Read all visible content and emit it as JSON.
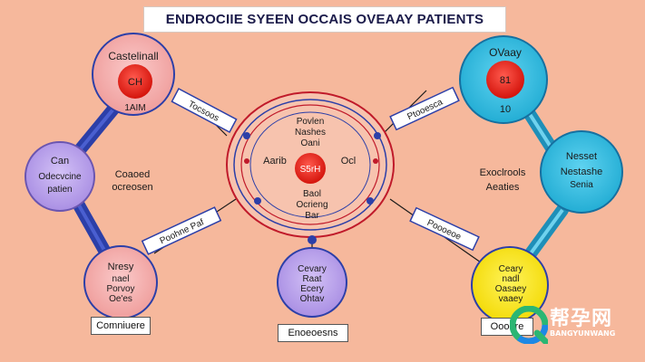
{
  "title": "ENDROCIIE SYEEN OCCAIS OVEAAY PATIENTS",
  "colors": {
    "background": "#f6b89c",
    "pink_node": "#f4a6a4",
    "red_core": "#e8231a",
    "cyan_node": "#2cb9dc",
    "lavender_node": "#b9a0ea",
    "yellow_node": "#f7e31c",
    "connector_blue": "#2c3fa8"
  },
  "nodes": {
    "top_left": {
      "title": "Castelinall",
      "core": "CH",
      "value": "1AIM"
    },
    "top_right": {
      "title": "OVaay",
      "core": "81",
      "value": "10"
    },
    "mid_left": {
      "lines": [
        "Can",
        "Odecvcine",
        "patien"
      ]
    },
    "mid_right": {
      "lines": [
        "Nesset",
        "Nestashe",
        "Senia"
      ]
    },
    "bottom_left": {
      "lines": [
        "Nresy",
        "nael",
        "Porvoy",
        "Oe'es"
      ]
    },
    "bottom_center": {
      "lines": [
        "Cevary",
        "Raat",
        "Ecery",
        "Ohtav"
      ]
    },
    "bottom_right": {
      "lines": [
        "Ceary",
        "nadl",
        "Oasaey",
        "vaaey"
      ]
    },
    "center": {
      "top_lines": [
        "Povlen",
        "Nashes",
        "Oani"
      ],
      "left": "Aarib",
      "core": "S5rH",
      "right": "Ocl",
      "bottom_lines": [
        "Baol",
        "Ocrieng",
        "Bar"
      ]
    }
  },
  "side_labels": {
    "left": [
      "Coaoed",
      "ocreosen"
    ],
    "right": [
      "Exoclrools",
      "Aeaties"
    ]
  },
  "box_labels": {
    "top_left_arrow": "Tocsoos",
    "top_right_arrow": "Ptooesca",
    "bottom_left_arrow": "Poohne Paf",
    "bottom_right_arrow": "Poooeoe",
    "bottom_left_caption": "Comniuere",
    "bottom_center_caption": "Enoeoesns",
    "bottom_right_caption": "Oooore"
  },
  "watermark": {
    "cn": "帮孕网",
    "en": "BANGYUNWANG"
  }
}
